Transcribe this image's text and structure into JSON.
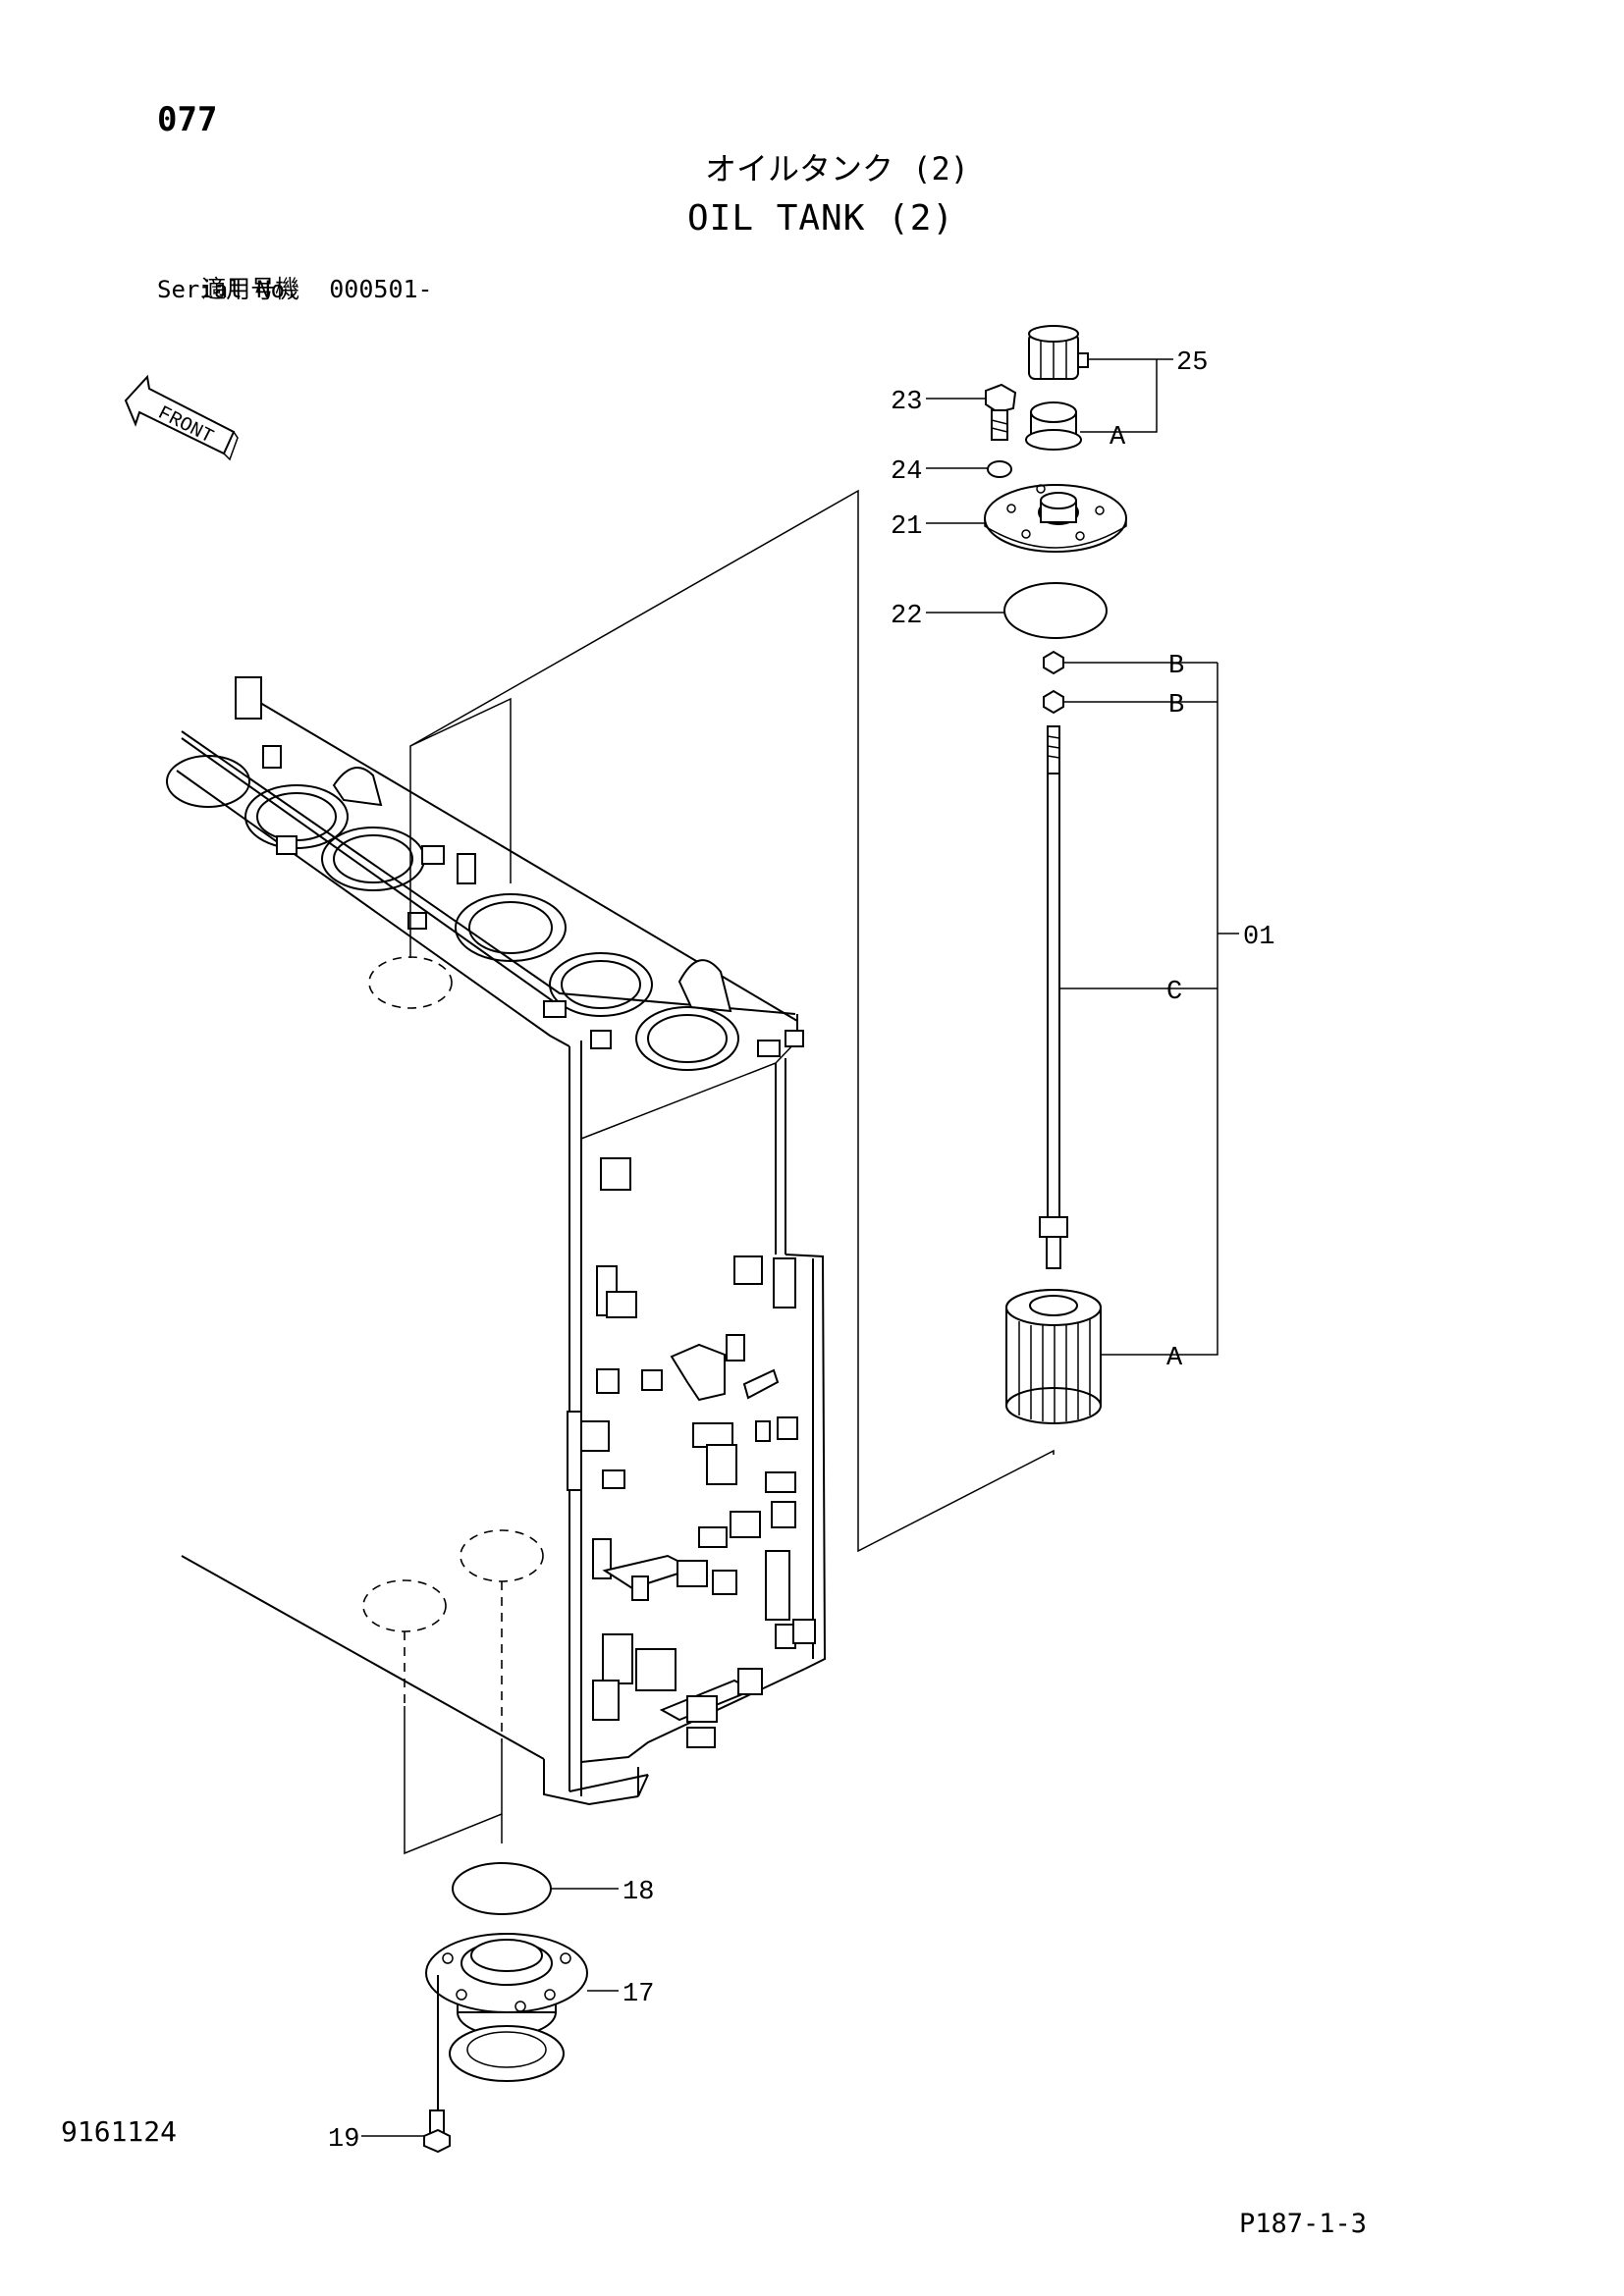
{
  "header": {
    "page_number": "077",
    "title_jp": "オイルタンク (2)",
    "title_en": "OIL TANK (2)",
    "serial_label_jp": "適用号機",
    "serial_value": "000501-",
    "serial_label_en": "Serial No."
  },
  "front_indicator": "FRONT",
  "callouts": {
    "p25": "25",
    "p23": "23",
    "a_top": "A",
    "p24": "24",
    "p21": "21",
    "p22": "22",
    "b1": "B",
    "b2": "B",
    "p01": "01",
    "c": "C",
    "a_mid": "A",
    "p18": "18",
    "p17": "17",
    "p19": "19"
  },
  "footer": {
    "drawing_code": "9161124",
    "page_ref": "P187-1-3"
  }
}
